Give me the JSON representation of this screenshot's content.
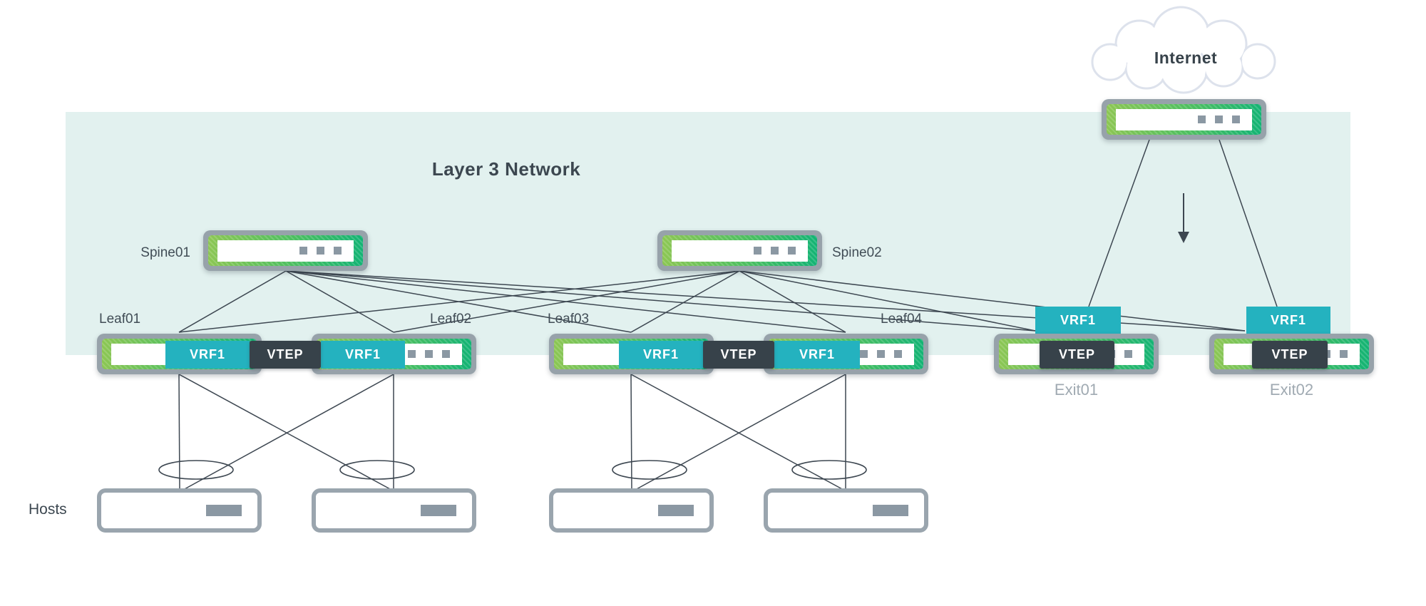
{
  "diagram": {
    "cloud_label": "Internet",
    "region_label": "Layer 3 Network",
    "hosts_label": "Hosts",
    "badges": {
      "vrf": "VRF1",
      "vtep": "VTEP"
    },
    "nodes": {
      "spine01": "Spine01",
      "spine02": "Spine02",
      "leaf01": "Leaf01",
      "leaf02": "Leaf02",
      "leaf03": "Leaf03",
      "leaf04": "Leaf04",
      "exit01": "Exit01",
      "exit02": "Exit02"
    },
    "colors": {
      "region_bg": "#e2f1ef",
      "switch_border": "#97a2aa",
      "switch_green_light": "#8cc653",
      "switch_green_dark": "#12b374",
      "vrf_teal": "#24b2bf",
      "vtep_dark": "#37424a",
      "line": "#3d4751",
      "cloud_outline": "#dde2ec",
      "host_border": "#9aa5ae",
      "muted_label": "#a0aab2",
      "text_dark": "#3c4750"
    }
  }
}
